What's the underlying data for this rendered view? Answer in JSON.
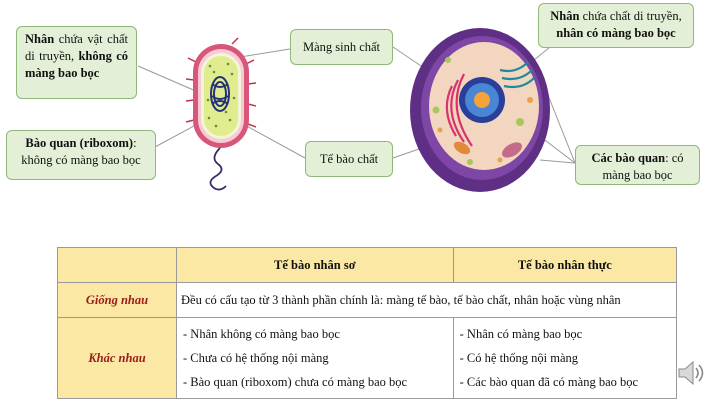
{
  "callouts": {
    "prok_nucleus": {
      "bold": "Nhân",
      "text": " chứa vật chất di truyền, ",
      "bold2": "không có màng bao bọc"
    },
    "membrane": {
      "text": "Màng sinh chất"
    },
    "ribosome": {
      "bold": "Bào quan (riboxom)",
      "text": ": không có màng bao bọc"
    },
    "cytoplasm": {
      "text": "Tế bào chất"
    },
    "euk_nucleus": {
      "bold": "Nhân",
      "text": " chứa chất di truyền, ",
      "bold2": "nhân có màng bao bọc"
    },
    "organelles": {
      "bold": "Các bào quan",
      "text": ": có màng bao bọc"
    }
  },
  "table": {
    "col1": "Tế bào nhân sơ",
    "col2": "Tế bào nhân thực",
    "similar_label": "Giống nhau",
    "similar_text": "Đều có cấu tạo từ 3 thành phần chính là: màng tế bào, tế bào chất, nhân hoặc vùng nhân",
    "diff_label": "Khác nhau",
    "prok_items": [
      "- Nhân không có màng bao bọc",
      "- Chưa có hệ thống nội màng",
      "- Bào quan (riboxom)  chưa có màng bao bọc"
    ],
    "euk_items": [
      "- Nhân có màng bao bọc",
      "- Có hệ thống nội màng",
      "- Các bào quan đã có màng bao bọc"
    ]
  },
  "icons": {
    "speaker": "speaker-icon"
  }
}
